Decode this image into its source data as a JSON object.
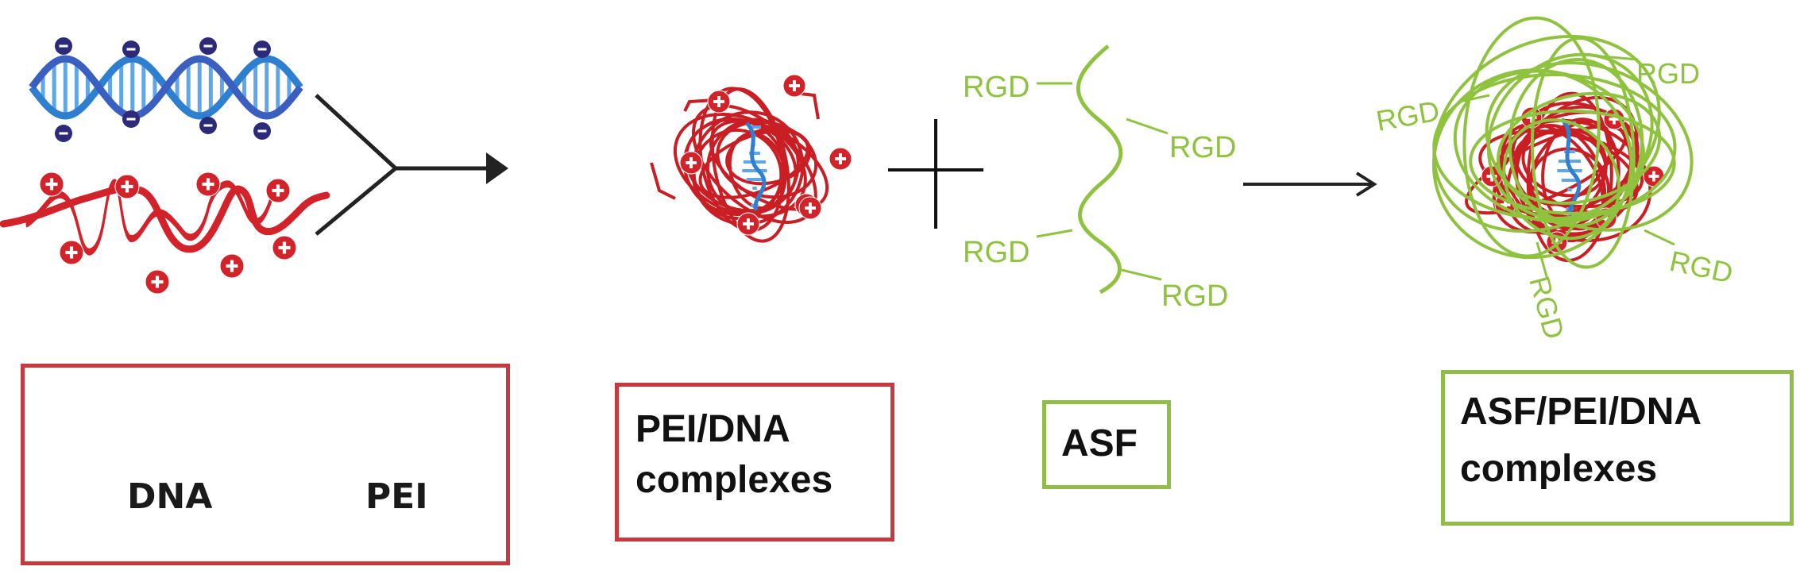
{
  "rgd_label": "RGD",
  "legend": {
    "dna_label": "DNA",
    "pei_label": "PEI"
  },
  "boxes": {
    "pei_dna": {
      "line1": "PEI/DNA",
      "line2": "complexes"
    },
    "asf": {
      "label": "ASF"
    },
    "asf_pei_dna": {
      "line1": "ASF/PEI/DNA",
      "line2": "complexes"
    }
  },
  "colors": {
    "dna_blue": "#2f7fd0",
    "dna_dark": "#2e2a7a",
    "pei_red": "#d2232a",
    "asf_green": "#8fc33f",
    "arrow": "#222222",
    "box_red": "#c8383f",
    "box_green": "#8fbc4a"
  }
}
